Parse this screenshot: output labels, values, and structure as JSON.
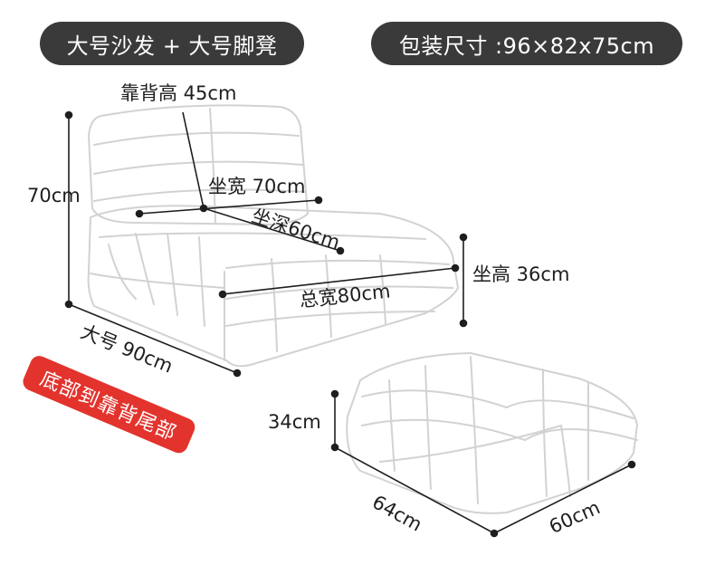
{
  "header": {
    "title_left": "大号沙发 + 大号脚凳",
    "title_right": "包装尺寸 :96×82x75cm"
  },
  "sofa": {
    "backrest_height": "靠背高 45cm",
    "seat_width": "坐宽 70cm",
    "seat_depth": "坐深60cm",
    "height": "70cm",
    "seat_height": "坐高 36cm",
    "total_width": "总宽80cm",
    "length": "大号 90cm",
    "length_note": "底部到靠背尾部"
  },
  "ottoman": {
    "height": "34cm",
    "depth": "64cm",
    "width": "60cm"
  },
  "colors": {
    "pill_bg": "#3a3a3a",
    "badge_red": "#e3332d",
    "outline": "#d2d2d2",
    "dim_line": "#1e1e1e"
  }
}
